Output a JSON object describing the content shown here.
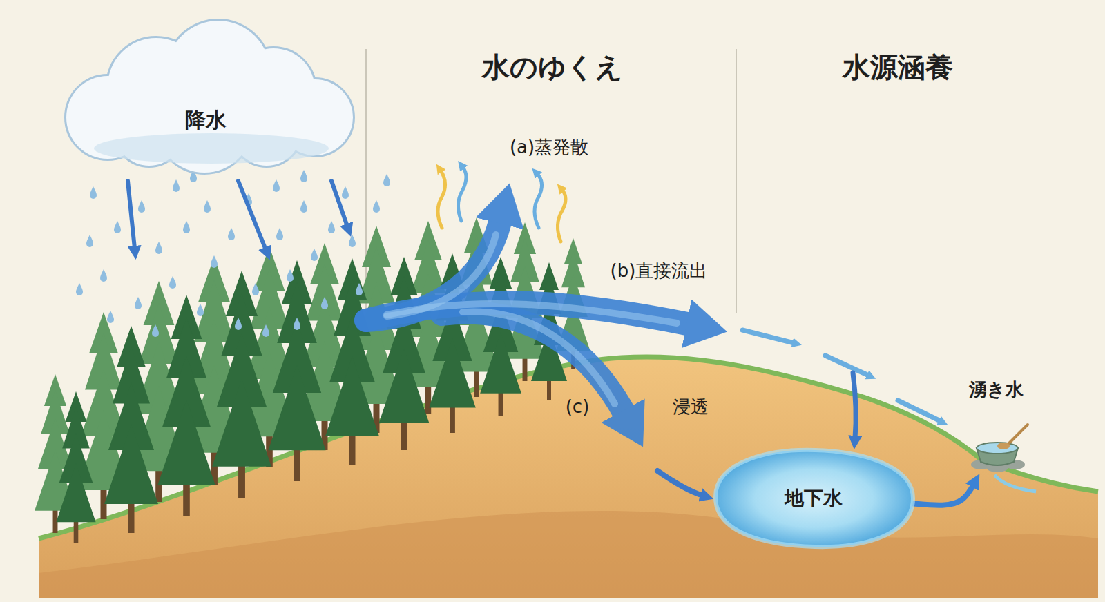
{
  "diagram": {
    "nodes": [
      {
        "text": [
          "降水"
        ]
      },
      {
        "text": [
          "地下水"
        ]
      },
      {
        "text": [
          "湧き水"
        ]
      }
    ],
    "edges": [
      {
        "from": 1,
        "to": 2,
        "arrow": "to"
      }
    ],
    "labels": [
      "水のゆくえ",
      "水源涵養",
      "(a)蒸発散",
      "(b)直接流出",
      "(c)",
      "浸透"
    ]
  }
}
